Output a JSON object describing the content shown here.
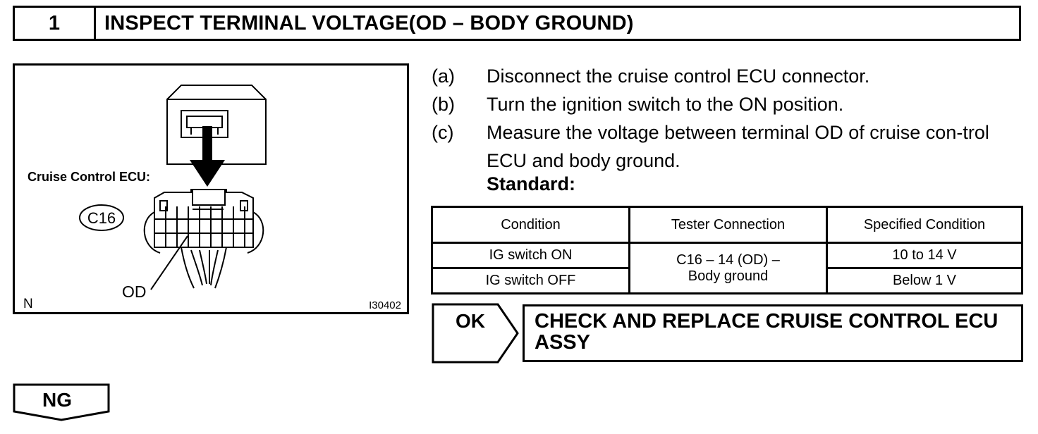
{
  "header": {
    "step_number": "1",
    "title": "INSPECT TERMINAL VOLTAGE(OD – BODY GROUND)"
  },
  "figure": {
    "component_label": "Cruise Control ECU:",
    "connector_code": "C16",
    "terminal_label": "OD",
    "corner_mark": "N",
    "illustration_code": "I30402"
  },
  "steps": [
    {
      "marker": "(a)",
      "text": "Disconnect the cruise control ECU connector."
    },
    {
      "marker": "(b)",
      "text": "Turn the ignition switch to the ON position."
    },
    {
      "marker": "(c)",
      "text": "Measure the voltage between terminal OD of cruise con-trol ECU and body ground."
    }
  ],
  "standard_label": "Standard:",
  "table": {
    "headers": [
      "Condition",
      "Tester Connection",
      "Specified Condition"
    ],
    "rows": [
      {
        "condition": "IG switch ON",
        "specified": "10 to 14 V"
      },
      {
        "condition": "IG switch OFF",
        "specified": "Below 1 V"
      }
    ],
    "tester_connection_line1": "C16 – 14 (OD) –",
    "tester_connection_line2": "Body ground"
  },
  "ok": {
    "label": "OK",
    "result": "CHECK AND REPLACE CRUISE CONTROL ECU ASSY"
  },
  "ng": {
    "label": "NG"
  }
}
